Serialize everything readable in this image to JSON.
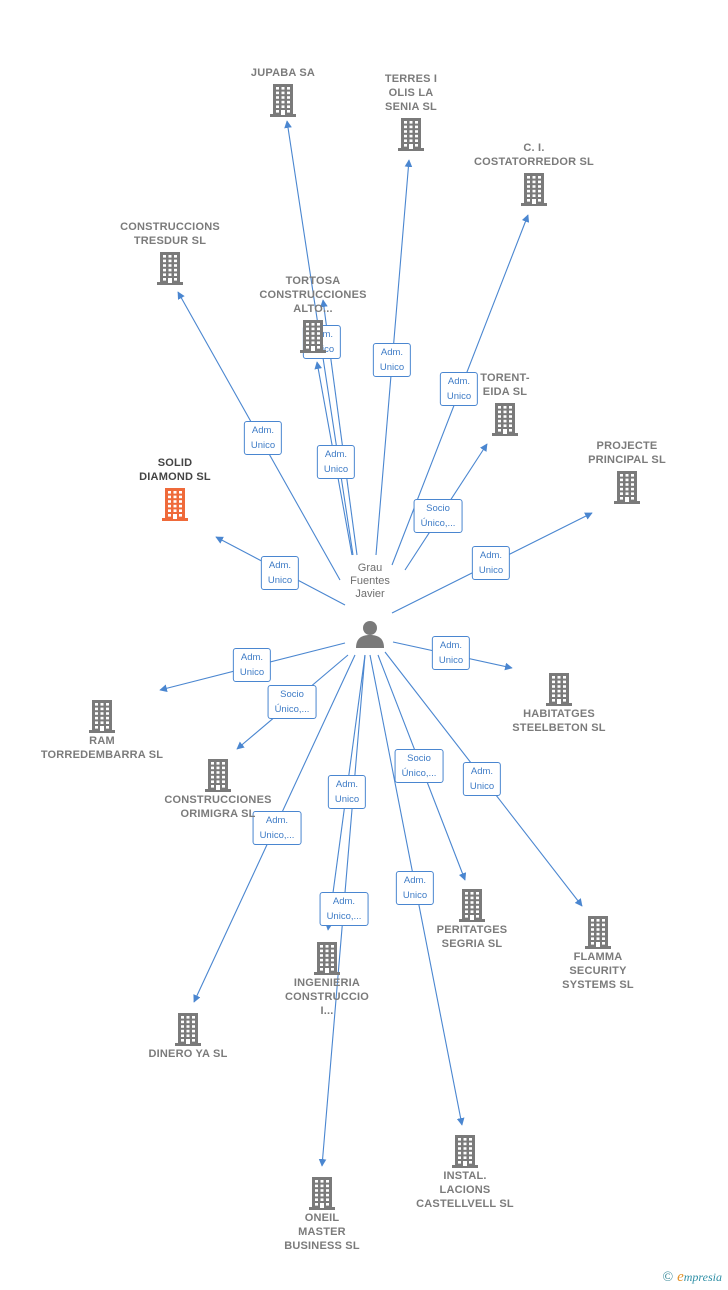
{
  "center": {
    "name": "Grau\nFuentes\nJavier",
    "icon": "person-icon"
  },
  "colors": {
    "edge": "#4a86d0",
    "building": "#7a7a7a",
    "focus_building": "#ef6a3a",
    "label": "#7b7b7b"
  },
  "nodes": [
    {
      "id": "jupaba",
      "label": "JUPABA SA",
      "icon": "building-icon",
      "focus": false
    },
    {
      "id": "terres",
      "label": "TERRES I\nOLIS LA\nSENIA  SL",
      "icon": "building-icon",
      "focus": false
    },
    {
      "id": "ci",
      "label": "C. I.\nCOSTATORREDOR SL",
      "icon": "building-icon",
      "focus": false
    },
    {
      "id": "tresdur",
      "label": "CONSTRUCCIONS\nTRESDUR SL",
      "icon": "building-icon",
      "focus": false
    },
    {
      "id": "tortosa",
      "label": "TORTOSA\nCONSTRUCCIONES\nALTO...",
      "icon": "building-icon",
      "focus": false
    },
    {
      "id": "torent",
      "label": "TORENT-\nEIDA  SL",
      "icon": "building-icon",
      "focus": false
    },
    {
      "id": "solid",
      "label": "SOLID\nDIAMOND SL",
      "icon": "building-icon",
      "focus": true
    },
    {
      "id": "projecte",
      "label": "PROJECTE\nPRINCIPAL SL",
      "icon": "building-icon",
      "focus": false
    },
    {
      "id": "ram",
      "label": "RAM\nTORREDEMBARRA SL",
      "icon": "building-icon",
      "focus": false
    },
    {
      "id": "habitatges",
      "label": "HABITATGES\nSTEELBETON SL",
      "icon": "building-icon",
      "focus": false
    },
    {
      "id": "orimigra",
      "label": "CONSTRUCCIONES\nORIMIGRA SL",
      "icon": "building-icon",
      "focus": false
    },
    {
      "id": "peritatges",
      "label": "PERITATGES\nSEGRIA  SL",
      "icon": "building-icon",
      "focus": false
    },
    {
      "id": "flamma",
      "label": "FLAMMA\nSECURITY\nSYSTEMS SL",
      "icon": "building-icon",
      "focus": false
    },
    {
      "id": "ingenieria",
      "label": "INGENIERIA\nCONSTRUCCIO\nI...",
      "icon": "building-icon",
      "focus": false
    },
    {
      "id": "dinero",
      "label": "DINERO YA  SL",
      "icon": "building-icon",
      "focus": false
    },
    {
      "id": "instal",
      "label": "INSTAL.\nLACIONS\nCASTELLVELL SL",
      "icon": "building-icon",
      "focus": false
    },
    {
      "id": "oneil",
      "label": "ONEIL\nMASTER\nBUSINESS  SL",
      "icon": "building-icon",
      "focus": false
    }
  ],
  "edges": [
    {
      "to": "jupaba",
      "label": "Adm.\nUnico"
    },
    {
      "to": "terres",
      "label": "Adm.\nUnico"
    },
    {
      "to": "ci",
      "label": "Adm.\nUnico"
    },
    {
      "to": "tresdur",
      "label": "Adm.\nUnico"
    },
    {
      "to": "tortosa",
      "label": "Adm.\nUnico"
    },
    {
      "to": "torent",
      "label": "Socio\nÚnico,..."
    },
    {
      "to": "solid",
      "label": "Adm.\nUnico"
    },
    {
      "to": "projecte",
      "label": "Adm.\nUnico"
    },
    {
      "to": "ram",
      "label": "Adm.\nUnico"
    },
    {
      "to": "habitatges",
      "label": "Adm.\nUnico"
    },
    {
      "to": "orimigra",
      "label": "Socio\nÚnico,..."
    },
    {
      "to": "peritatges",
      "label": "Socio\nÚnico,..."
    },
    {
      "to": "flamma",
      "label": "Adm.\nUnico"
    },
    {
      "to": "ingenieria",
      "label": "Adm.\nUnico,..."
    },
    {
      "to": "dinero",
      "label": "Adm.\nUnico,..."
    },
    {
      "to": "instal",
      "label": "Adm.\nUnico"
    },
    {
      "to": "oneil",
      "label": "Adm.\nUnico"
    },
    {
      "to": "jupaba",
      "label": "Adm.\nUnico"
    }
  ],
  "brand": {
    "copyright": "©",
    "first": "e",
    "rest": "mpresia"
  }
}
